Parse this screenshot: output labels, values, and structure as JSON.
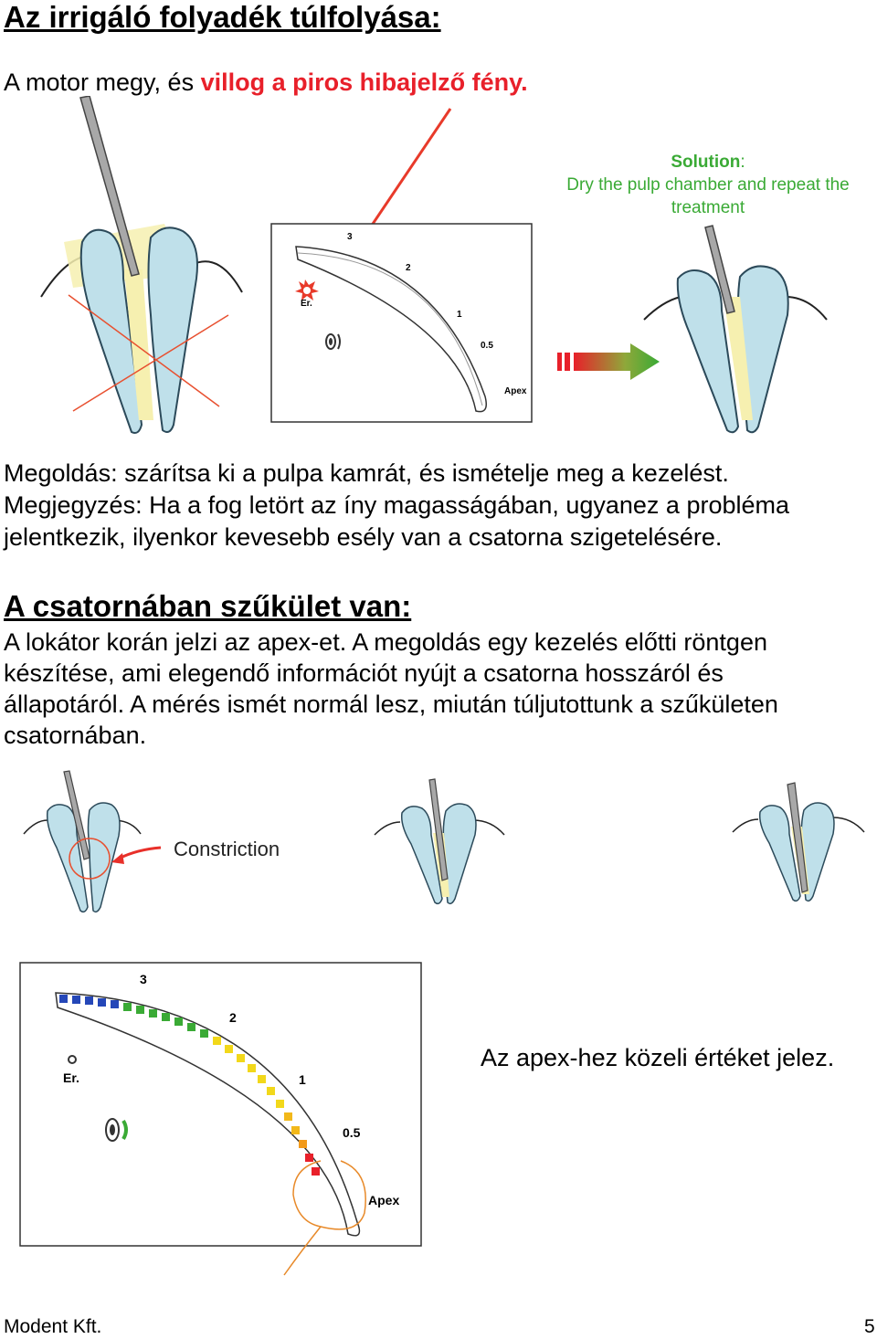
{
  "section1": {
    "title": "Az irrigáló folyadék túlfolyása:",
    "intro_prefix": "A motor megy, és ",
    "intro_highlight": "villog a piros hibajelző fény.",
    "solution_label": "Solution",
    "solution_colon": ":",
    "solution_line1": "Dry the pulp chamber and repeat the",
    "solution_line2": "treatment",
    "diagram_labels": {
      "l3": "3",
      "l2": "2",
      "l1": "1",
      "l05": "0.5",
      "apex": "Apex",
      "er": "Er."
    },
    "para_line1": "Megoldás: szárítsa ki a pulpa kamrát, és ismételje meg a kezelést.",
    "para_line2": "Megjegyzés: Ha a fog letört az íny magasságában, ugyanez a probléma",
    "para_line3": "jelentkezik, ilyenkor kevesebb esély van a csatorna szigetelésére."
  },
  "section2": {
    "title": "A csatornában szűkület van:",
    "line1": "A lokátor korán jelzi az apex-et. A megoldás egy kezelés előtti röntgen",
    "line2": "készítése, ami elegendő információt nyújt a csatorna hosszáról és",
    "line3": "állapotáról. A mérés ismét normál lesz, miután túljutottunk a szűkületen",
    "line4": "csatornában.",
    "constriction_label": "Constriction",
    "diagram_labels": {
      "l3": "3",
      "l2": "2",
      "l1": "1",
      "l05": "0.5",
      "apex": "Apex",
      "er": "Er."
    },
    "caption": "Az apex-hez közeli értéket jelez."
  },
  "footer": {
    "company": "Modent Kft.",
    "page": "5"
  },
  "colors": {
    "highlight_red": "#e8202a",
    "solution_green": "#3aaa35",
    "tooth_blue": "#bfe0ea",
    "pulp_yellow": "#f6f0b0"
  }
}
